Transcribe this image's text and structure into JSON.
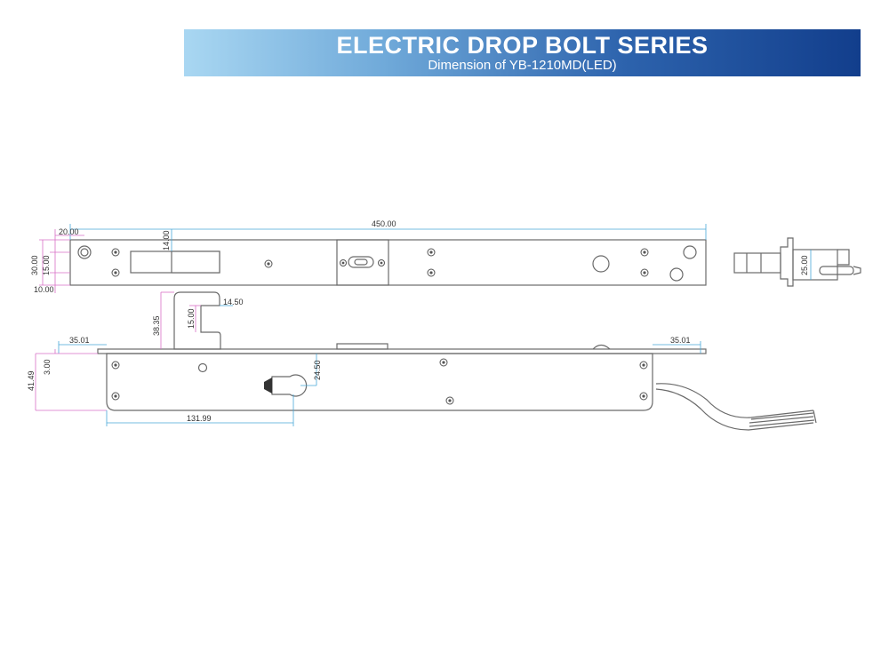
{
  "header": {
    "title": "ELECTRIC DROP BOLT SERIES",
    "subtitle": "Dimension of YB-1210MD(LED)"
  },
  "dimensions": {
    "top_length": "450.00",
    "hole_offset": "20.00",
    "width_30": "30.00",
    "width_15": "15.00",
    "edge_10": "10.00",
    "slot_14": "14.00",
    "side_25": "25.00",
    "latch_height": "38.35",
    "latch_inner": "15.00",
    "latch_width": "14.50",
    "left_offset": "35.01",
    "right_offset": "35.01",
    "case_height": "41.49",
    "plate_3": "3.00",
    "cylinder_24": "24.50",
    "case_length": "131.99"
  },
  "colors": {
    "banner_start": "#a9d7f2",
    "banner_end": "#123e8c",
    "dimension_blue": "#48a8d8",
    "dimension_pink": "#d86fc6",
    "outline": "#6a6a6a"
  }
}
